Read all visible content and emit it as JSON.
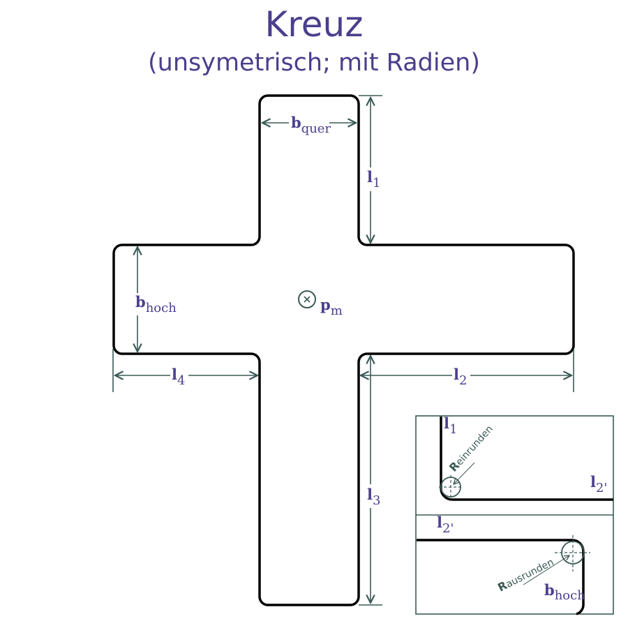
{
  "title": "Kreuz",
  "subtitle": "(unsymetrisch; mit Radien)",
  "dimensions": {
    "b_quer": {
      "main": "b",
      "sub": "quer"
    },
    "b_hoch": {
      "main": "b",
      "sub": "hoch"
    },
    "l1": {
      "main": "l",
      "sub": "1"
    },
    "l2": {
      "main": "l",
      "sub": "2"
    },
    "l3": {
      "main": "l",
      "sub": "3"
    },
    "l4": {
      "main": "l",
      "sub": "4"
    },
    "pm": {
      "main": "p",
      "sub": "m"
    }
  },
  "inset": {
    "top": {
      "l1": {
        "main": "l",
        "sub": "1"
      },
      "l2": {
        "main": "l",
        "sub": "2'"
      },
      "radius": {
        "main": "R",
        "sub": "einrunden"
      }
    },
    "bottom": {
      "l2": {
        "main": "l",
        "sub": "2'"
      },
      "b_hoch": {
        "main": "b",
        "sub": "hoch"
      },
      "radius": {
        "main": "R",
        "sub": "ausrunden"
      }
    }
  },
  "colors": {
    "label": "#4a3f8c",
    "dimension": "#3a5a55",
    "outline": "#000000"
  }
}
